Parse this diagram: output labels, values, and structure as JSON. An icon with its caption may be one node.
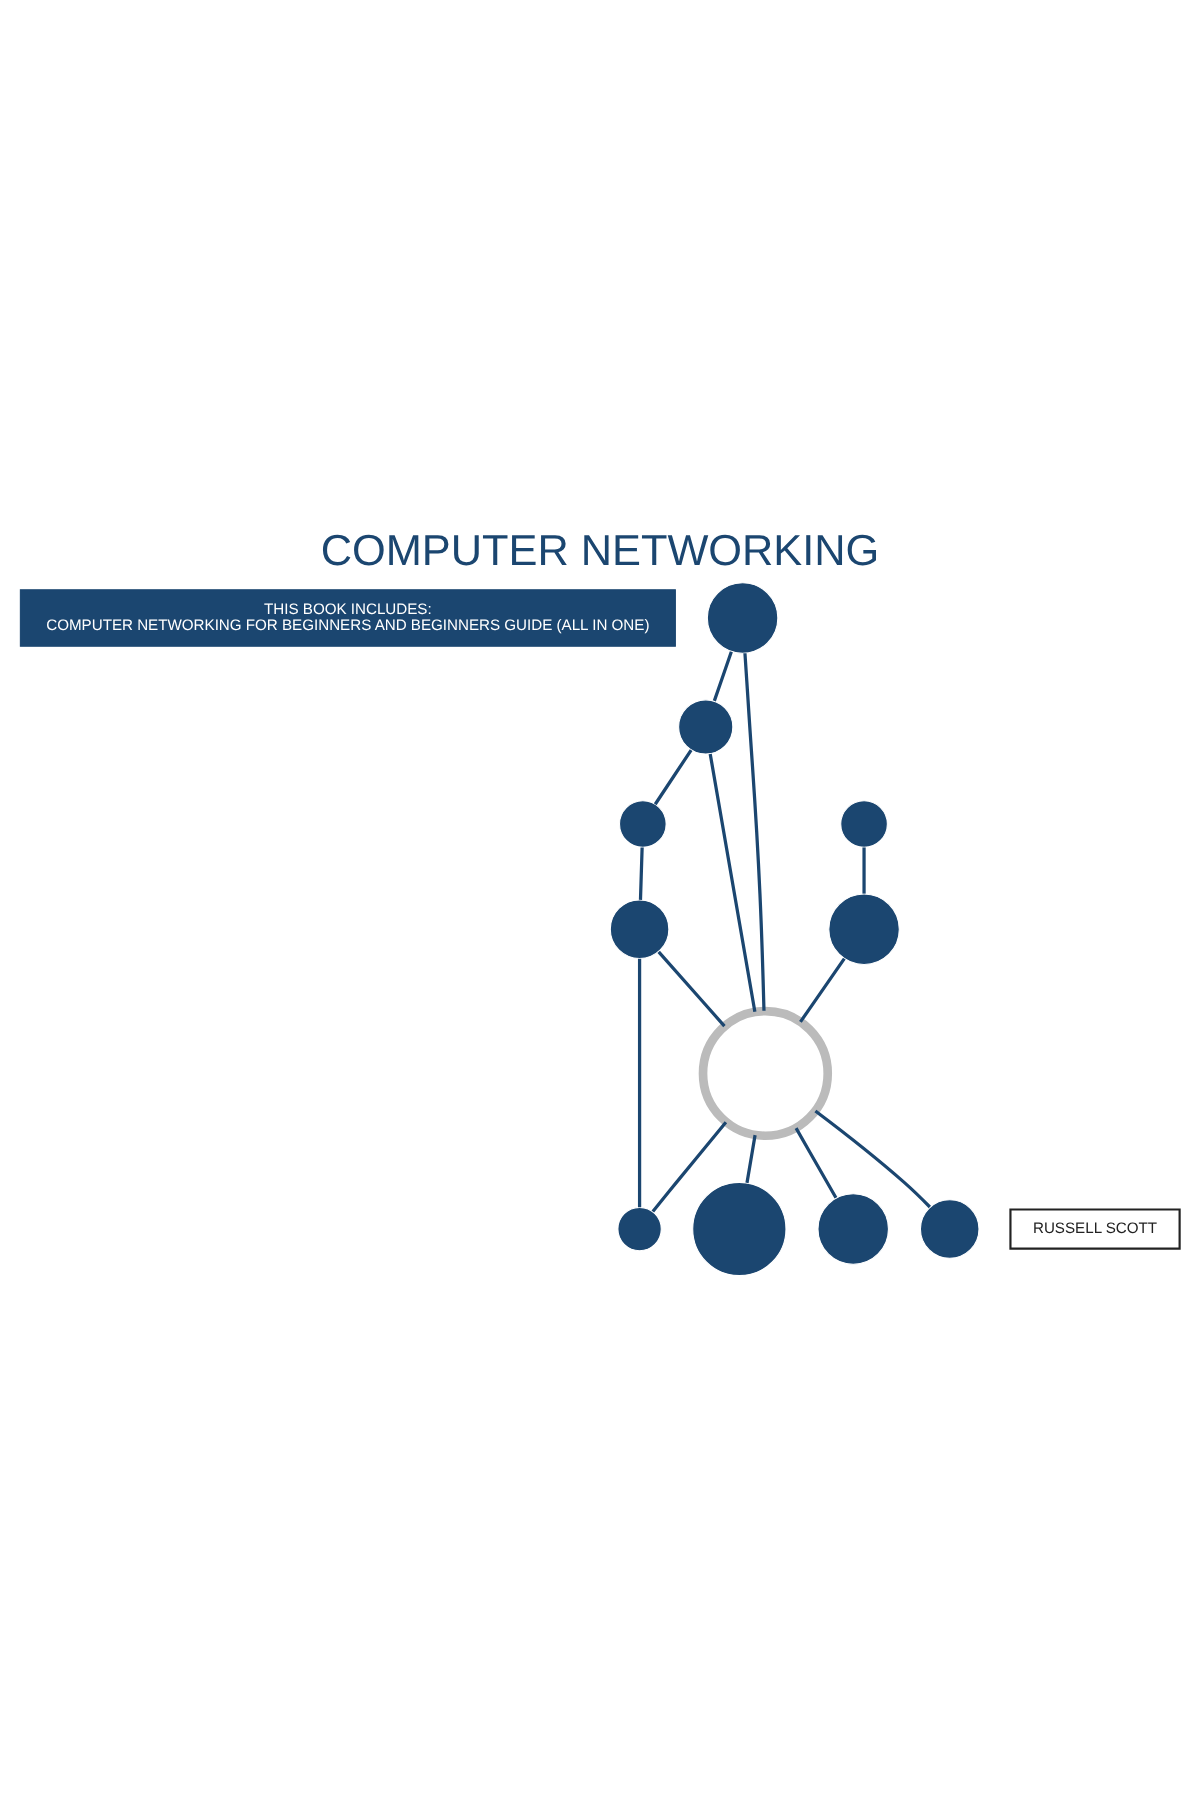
{
  "diagram": {
    "title": "COMPUTER NETWORKING",
    "nodes": [
      {
        "text": [
          "THIS BOOK INCLUDES:",
          "COMPUTER NETWORKING FOR BEGINNERS AND BEGINNERS GUIDE (ALL IN ONE)"
        ]
      },
      {
        "text": [],
        "shape": "circle"
      },
      {
        "text": [],
        "shape": "circle"
      },
      {
        "text": [],
        "shape": "circle"
      },
      {
        "text": [],
        "shape": "circle"
      },
      {
        "text": [],
        "shape": "circle"
      },
      {
        "text": [],
        "shape": "circle"
      },
      {
        "text": [],
        "shape": "circle"
      },
      {
        "text": [],
        "shape": "circle"
      },
      {
        "text": [],
        "shape": "circle"
      },
      {
        "text": [],
        "shape": "circle"
      },
      {
        "text": [],
        "shape": "circle"
      },
      {
        "text": [
          "RUSSELL SCOTT"
        ]
      }
    ],
    "edges": [
      {
        "from": 1,
        "to": 2,
        "arrow": "none"
      },
      {
        "from": 2,
        "to": 3,
        "arrow": "none"
      },
      {
        "from": 1,
        "to": 7,
        "arrow": "none"
      },
      {
        "from": 2,
        "to": 7,
        "arrow": "none"
      },
      {
        "from": 3,
        "to": 5,
        "arrow": "none"
      },
      {
        "from": 5,
        "to": 7,
        "arrow": "none"
      },
      {
        "from": 5,
        "to": 8,
        "arrow": "none"
      },
      {
        "from": 4,
        "to": 6,
        "arrow": "none"
      },
      {
        "from": 6,
        "to": 7,
        "arrow": "none"
      },
      {
        "from": 7,
        "to": 8,
        "arrow": "none"
      },
      {
        "from": 7,
        "to": 9,
        "arrow": "none"
      },
      {
        "from": 7,
        "to": 10,
        "arrow": "none"
      },
      {
        "from": 7,
        "to": 11,
        "arrow": "none"
      }
    ]
  }
}
